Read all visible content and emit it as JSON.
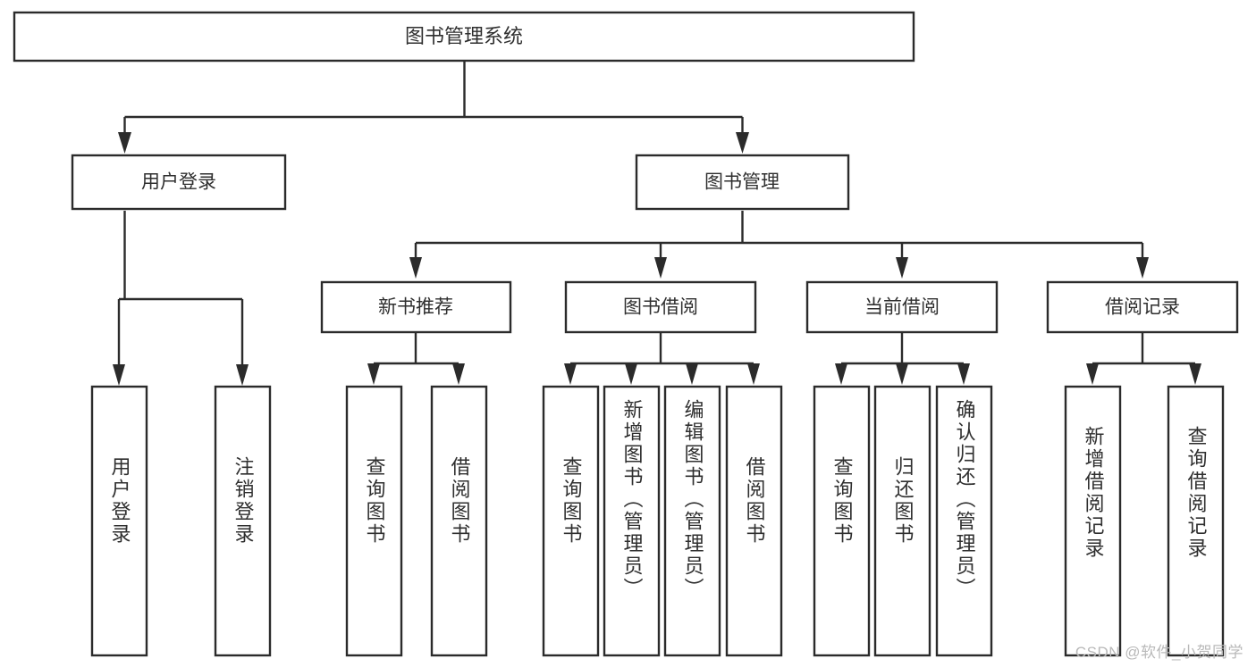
{
  "diagram": {
    "type": "tree-hierarchy-chart",
    "title_node": {
      "label": "图书管理系统"
    },
    "level2": [
      {
        "id": "user-login",
        "label": "用户登录"
      },
      {
        "id": "book-manage",
        "label": "图书管理"
      }
    ],
    "level3": [
      {
        "id": "new-book-rec",
        "label": "新书推荐",
        "parent": "book-manage"
      },
      {
        "id": "book-borrow",
        "label": "图书借阅",
        "parent": "book-manage"
      },
      {
        "id": "current-borrow",
        "label": "当前借阅",
        "parent": "book-manage"
      },
      {
        "id": "borrow-record",
        "label": "借阅记录",
        "parent": "book-manage"
      }
    ],
    "leaves": [
      {
        "id": "leaf-user-login",
        "label": "用户登录",
        "parent": "user-login"
      },
      {
        "id": "leaf-logout",
        "label": "注销登录",
        "parent": "user-login"
      },
      {
        "id": "leaf-query-book-1",
        "label": "查询图书",
        "parent": "new-book-rec"
      },
      {
        "id": "leaf-borrow-book-1",
        "label": "借阅图书",
        "parent": "new-book-rec"
      },
      {
        "id": "leaf-query-book-2",
        "label": "查询图书",
        "parent": "book-borrow"
      },
      {
        "id": "leaf-add-book",
        "label": "新增图书（管理员）",
        "parent": "book-borrow"
      },
      {
        "id": "leaf-edit-book",
        "label": "编辑图书（管理员）",
        "parent": "book-borrow"
      },
      {
        "id": "leaf-borrow-book-2",
        "label": "借阅图书",
        "parent": "book-borrow"
      },
      {
        "id": "leaf-query-book-3",
        "label": "查询图书",
        "parent": "current-borrow"
      },
      {
        "id": "leaf-return-book",
        "label": "归还图书",
        "parent": "current-borrow"
      },
      {
        "id": "leaf-confirm-return",
        "label": "确认归还（管理员）",
        "parent": "current-borrow"
      },
      {
        "id": "leaf-add-record",
        "label": "新增借阅记录",
        "parent": "borrow-record"
      },
      {
        "id": "leaf-query-record",
        "label": "查询借阅记录",
        "parent": "borrow-record"
      }
    ],
    "colors": {
      "background": "#ffffff",
      "box_fill": "#ffffff",
      "box_stroke": "#2b2b2b",
      "text": "#2f2f2f",
      "watermark": "#b9b9b9"
    }
  },
  "watermark": {
    "text": "CSDN @软件_小贺同学"
  }
}
